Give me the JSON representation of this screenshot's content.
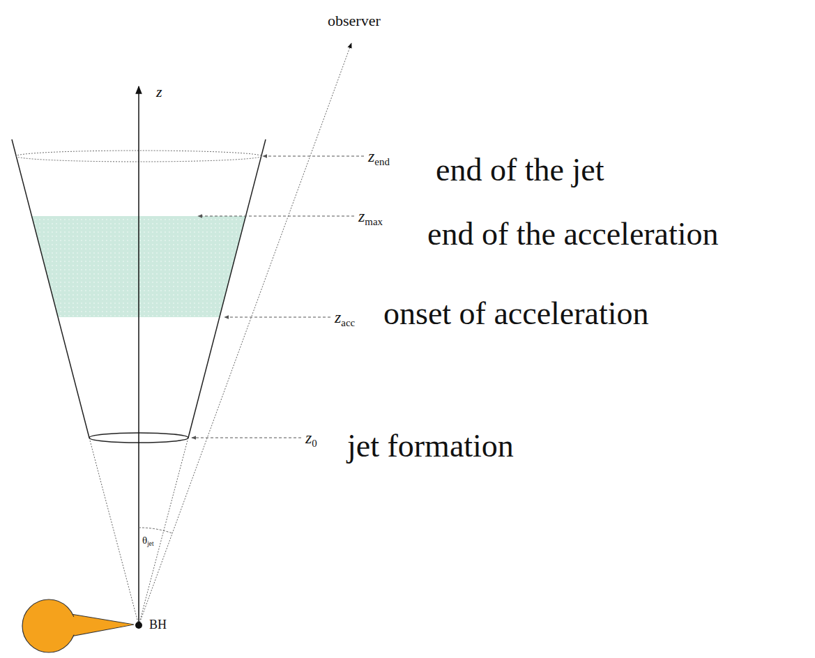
{
  "diagram": {
    "labels": [
      "observer",
      "z",
      "zend",
      "end of the jet",
      "zmax",
      "end of the acceleration",
      "zacc",
      "onset of acceleration",
      "z0",
      "jet formation",
      "θjet",
      "BH"
    ]
  }
}
